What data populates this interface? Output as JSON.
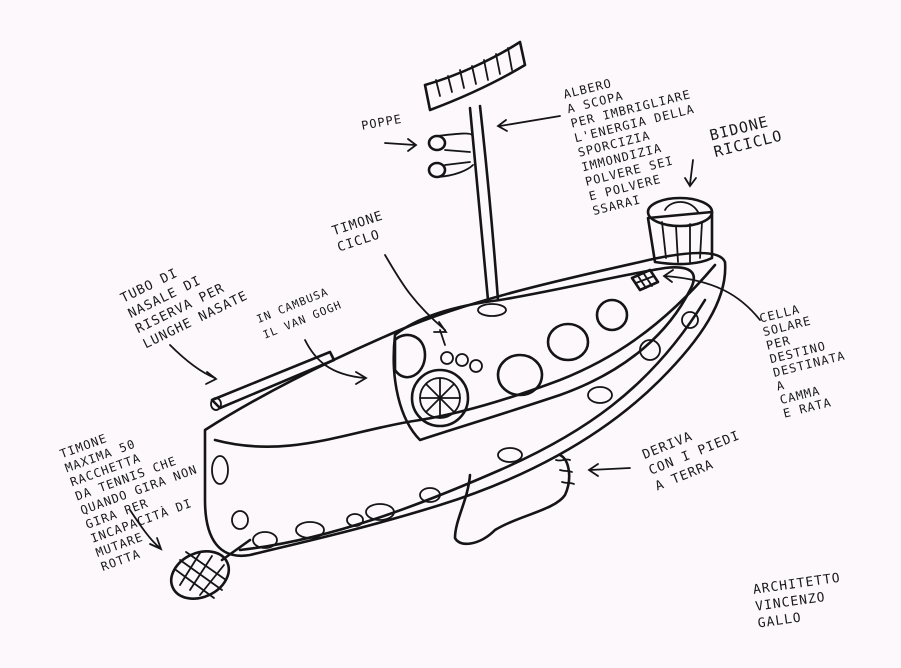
{
  "labels": {
    "poppe": "POPPE",
    "albero": "ALBERO\nA SCOPA\nPER IMBRIGLIARE\nL'ENERGIA DELLA\nSPORCIZIA\nIMMONDIZIA\nPOLVERE SEI\nE POLVERE\nSSARAI",
    "bidone": "BIDONE\nRICICLO",
    "timone_ciclo": "TIMONE\nCICLO",
    "tubo": "TUBO DI\nNASALE DI\nRISERVA PER\nLUNGHE NASATE",
    "cambusa": "IN CAMBUSA\nIL VAN GOGH",
    "cella": "CELLA\nSOLARE\nPER\nDESTINO\nDESTINATA\nA\nCAMMA\nE RATA",
    "deriva": "DERIVA\nCON I PIEDI\nA TERRA",
    "timone_maxima": "TIMONE\nMAXIMA 50\nRACCHETTA\nDA TENNIS CHE\nQUANDO GIRA NON\nGIRA PER\nINCAPACITÀ DI\nMUTARE\nROTTA",
    "signature": "ARCHITETTO\nVINCENZO\nGALLO"
  }
}
